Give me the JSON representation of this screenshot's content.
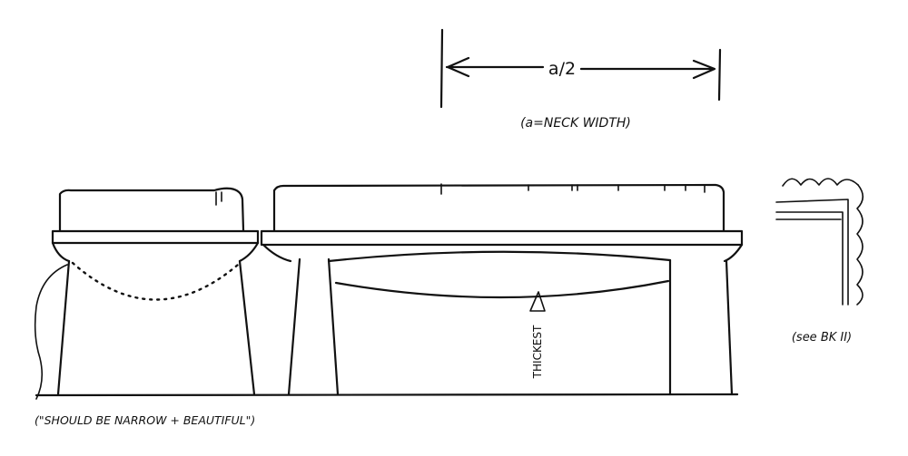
{
  "annotations": {
    "dimension_label": "a/2",
    "dimension_note": "(a=NECK WIDTH)",
    "thickest_label": "THICKEST",
    "reference_note": "(see BK II)",
    "quote_note": "(\"SHOULD BE NARROW + BEAUTIFUL\")"
  }
}
